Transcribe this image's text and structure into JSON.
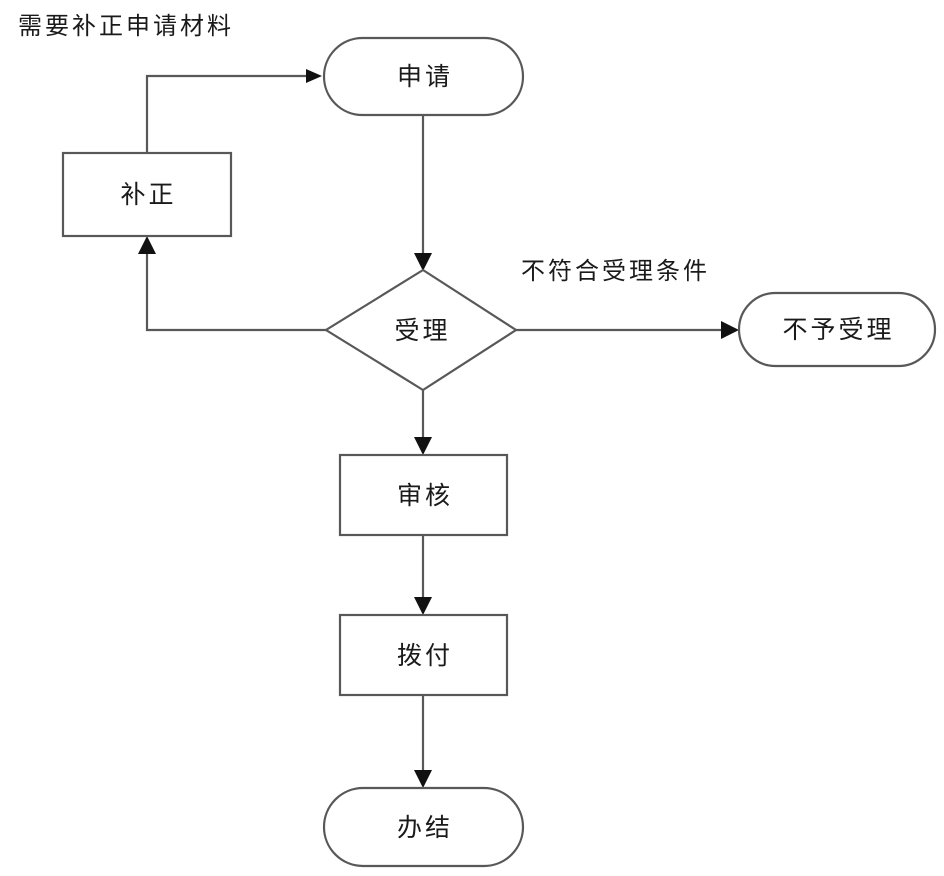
{
  "diagram": {
    "type": "flowchart",
    "title": "",
    "background_color": "#ffffff",
    "line_color": "#585858",
    "text_color": "#1a1a1a",
    "nodes": [
      {
        "id": "apply",
        "label": "申请",
        "shape": "rounded-terminator"
      },
      {
        "id": "supplement",
        "label": "补正",
        "shape": "rectangle"
      },
      {
        "id": "accept",
        "label": "受理",
        "shape": "diamond"
      },
      {
        "id": "reject",
        "label": "不予受理",
        "shape": "rounded-terminator"
      },
      {
        "id": "review",
        "label": "审核",
        "shape": "rectangle"
      },
      {
        "id": "disburse",
        "label": "拨付",
        "shape": "rectangle"
      },
      {
        "id": "complete",
        "label": "办结",
        "shape": "rounded-terminator"
      }
    ],
    "edge_labels": [
      {
        "id": "need-supplement",
        "text": "需要补正申请材料"
      },
      {
        "id": "not-eligible",
        "text": "不符合受理条件"
      }
    ],
    "edges": [
      {
        "from": "supplement",
        "to": "apply",
        "label": "需要补正申请材料"
      },
      {
        "from": "apply",
        "to": "accept",
        "label": ""
      },
      {
        "from": "accept",
        "to": "supplement",
        "label": ""
      },
      {
        "from": "accept",
        "to": "reject",
        "label": "不符合受理条件"
      },
      {
        "from": "accept",
        "to": "review",
        "label": ""
      },
      {
        "from": "review",
        "to": "disburse",
        "label": ""
      },
      {
        "from": "disburse",
        "to": "complete",
        "label": ""
      }
    ]
  }
}
